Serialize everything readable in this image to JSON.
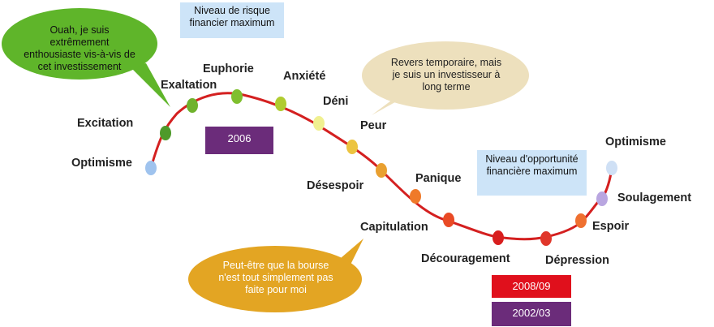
{
  "speech_bubbles": {
    "top_left": "Ouah, je suis extrêmement enthousiaste vis-à-vis de cet investissement",
    "top_right": "Revers temporaire, mais je suis un investisseur à long terme",
    "bottom": "Peut-être que la bourse n'est tout simplement pas faite pour moi"
  },
  "info_boxes": {
    "max_risk": "Niveau de risque financier maximum",
    "max_opportunity": "Niveau d'opportunité financière maximum"
  },
  "year_labels": {
    "peak": "2006",
    "trough_1": "2008/09",
    "trough_2": "2002/03"
  },
  "stages": [
    {
      "label": "Optimisme",
      "color": "#9fc3ee"
    },
    {
      "label": "Excitation",
      "color": "#4e9a2a"
    },
    {
      "label": "Exaltation",
      "color": "#6fb22c"
    },
    {
      "label": "Euphorie",
      "color": "#7fbf2e"
    },
    {
      "label": "Anxiété",
      "color": "#b0cc30"
    },
    {
      "label": "Déni",
      "color": "#f0f090"
    },
    {
      "label": "Peur",
      "color": "#ecc440"
    },
    {
      "label": "Désespoir",
      "color": "#e9a030"
    },
    {
      "label": "Panique",
      "color": "#ef7a2a"
    },
    {
      "label": "Capitulation",
      "color": "#e94a25"
    },
    {
      "label": "Découragement",
      "color": "#d81e1e"
    },
    {
      "label": "Dépression",
      "color": "#e0362a"
    },
    {
      "label": "Espoir",
      "color": "#ef7030"
    },
    {
      "label": "Soulagement",
      "color": "#b9a6e0"
    },
    {
      "label": "Optimisme",
      "color": "#cfe0f5"
    }
  ],
  "colors": {
    "curve": "#d42020",
    "bubble_green": "#5fb52a",
    "bubble_beige": "#ede0bd",
    "bubble_gold": "#e3a523",
    "box_blue": "#cde4f8",
    "year_purple": "#6b2c7a",
    "year_red": "#e0101c"
  }
}
